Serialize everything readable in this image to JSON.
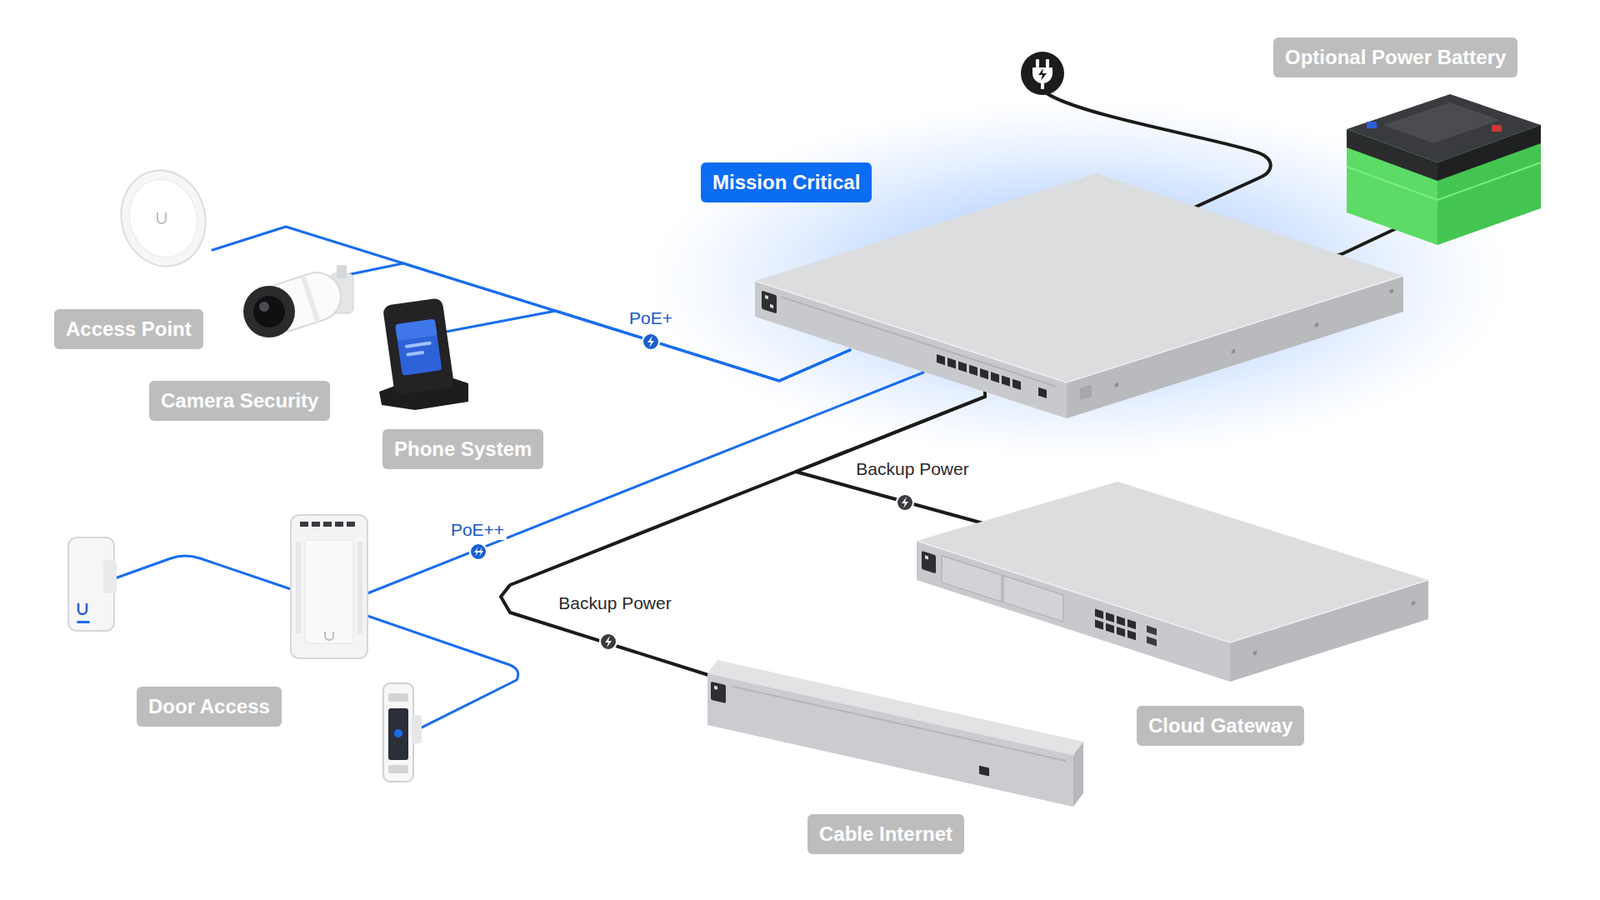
{
  "diagram": {
    "nodes": [
      {
        "text": [
          "Access Point"
        ]
      },
      {
        "text": [
          "Camera Security"
        ]
      },
      {
        "text": [
          "Phone System"
        ]
      },
      {
        "text": [
          "Mission Critical"
        ]
      },
      {
        "text": [
          "Optional Power Battery"
        ]
      },
      {
        "text": [
          "Door Access"
        ]
      },
      {
        "text": [
          "Cloud Gateway"
        ]
      },
      {
        "text": [
          "Cable Internet"
        ]
      }
    ],
    "edges": [
      {
        "from": 3,
        "to": 0,
        "arrow": "none",
        "label": "PoE+"
      },
      {
        "from": 3,
        "to": 1,
        "arrow": "none"
      },
      {
        "from": 3,
        "to": 2,
        "arrow": "none"
      },
      {
        "from": 3,
        "to": 5,
        "arrow": "none",
        "label": "PoE++"
      },
      {
        "from": 3,
        "to": 6,
        "arrow": "none",
        "label": "Backup Power"
      },
      {
        "from": 3,
        "to": 7,
        "arrow": "none",
        "label": "Backup Power"
      },
      {
        "from": 4,
        "to": 3,
        "arrow": "none"
      }
    ]
  }
}
